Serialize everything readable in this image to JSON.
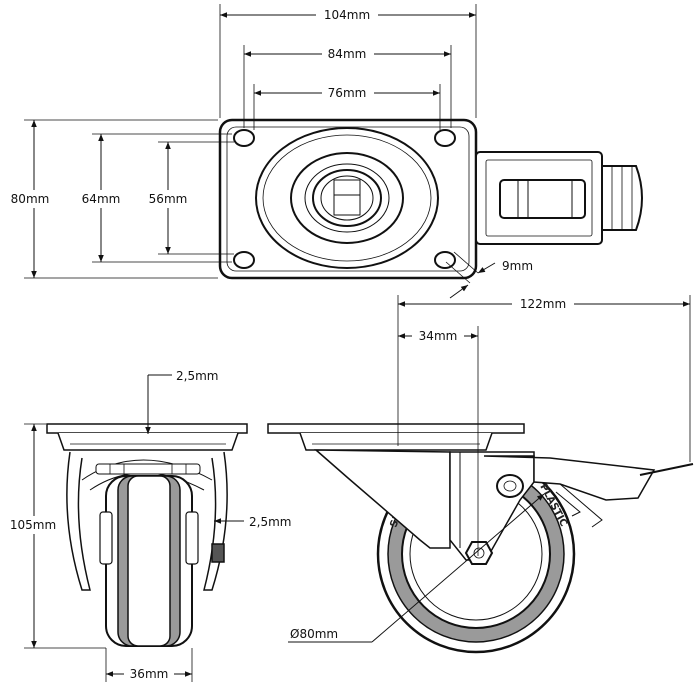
{
  "dimensions": {
    "top_width_104": "104mm",
    "top_width_84": "84mm",
    "top_width_76": "76mm",
    "height_80": "80mm",
    "height_64": "64mm",
    "height_56": "56mm",
    "hole_9": "9mm",
    "side_122": "122mm",
    "side_34": "34mm",
    "front_2_5_top": "2,5mm",
    "front_2_5_side": "2,5mm",
    "front_105": "105mm",
    "front_36": "36mm",
    "wheel_diameter": "Ø80mm"
  },
  "wheel_text": {
    "left": "SKYE",
    "right": "PLASTIC"
  },
  "colors": {
    "line": "#111111",
    "tread": "#9a9a9a",
    "background": "#ffffff"
  }
}
